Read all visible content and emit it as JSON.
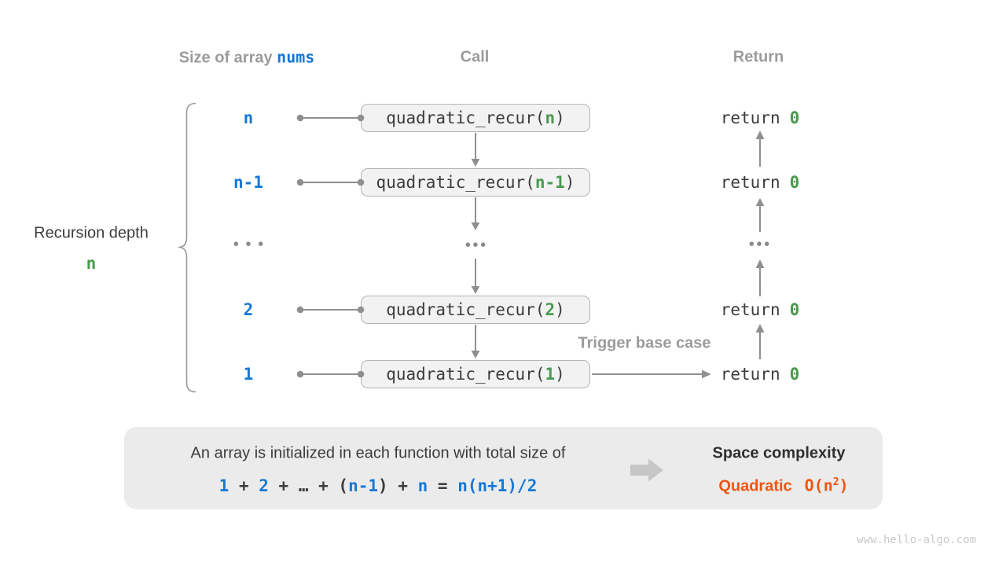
{
  "colors": {
    "blue": "#1778d4",
    "green": "#4a9a50",
    "orange": "#ee5510",
    "gray": "#9b9b9b",
    "dark": "#3c3c3c"
  },
  "headers": {
    "size_prefix": "Size of array",
    "size_code": "nums",
    "call": "Call",
    "ret": "Return"
  },
  "depth": {
    "label": "Recursion depth",
    "value": "n"
  },
  "code": {
    "fn_prefix": "quadratic_recur(",
    "fn_suffix": ")",
    "return_kw": "return",
    "return_val": "0"
  },
  "rows": [
    {
      "size": "n",
      "arg": "n"
    },
    {
      "size": "n-1",
      "arg": "n-1"
    },
    {
      "size": "2",
      "arg": "2"
    },
    {
      "size": "1",
      "arg": "1"
    }
  ],
  "ellipsis": "•••",
  "trigger_label": "Trigger base case",
  "panel": {
    "line1": "An array is initialized in each function with total size of",
    "formula_tokens": [
      {
        "t": "1",
        "c": "blue"
      },
      {
        "t": " + ",
        "c": "dk"
      },
      {
        "t": "2",
        "c": "blue"
      },
      {
        "t": " + ",
        "c": "dk"
      },
      {
        "t": "…",
        "c": "dk"
      },
      {
        "t": " + ",
        "c": "dk"
      },
      {
        "t": "(",
        "c": "dk"
      },
      {
        "t": "n-1",
        "c": "blue"
      },
      {
        "t": ")",
        "c": "dk"
      },
      {
        "t": " + ",
        "c": "dk"
      },
      {
        "t": "n",
        "c": "blue"
      },
      {
        "t": " = ",
        "c": "dk"
      },
      {
        "t": "n(n+1)/2",
        "c": "blue"
      }
    ],
    "space_title": "Space complexity",
    "complexity_name": "Quadratic",
    "big_o_prefix": "O(n",
    "big_o_sup": "2",
    "big_o_suffix": ")"
  },
  "watermark": "www.hello-algo.com"
}
